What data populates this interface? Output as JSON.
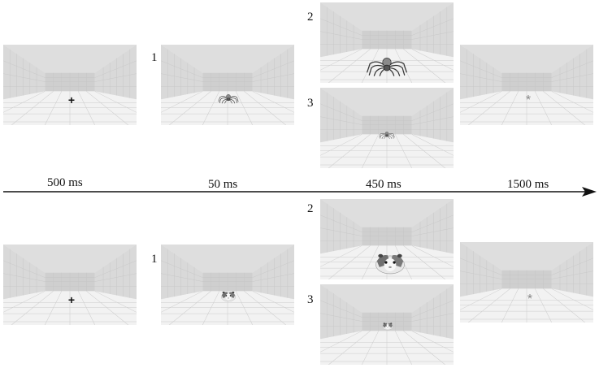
{
  "timeline": {
    "durations": [
      "500 ms",
      "50 ms",
      "450 ms",
      "1500 ms"
    ]
  },
  "trials": [
    {
      "name": "spider",
      "option_numbers": [
        "1",
        "2",
        "3"
      ],
      "fixation_symbol": "+",
      "mask_symbol": "*"
    },
    {
      "name": "guinea-pig",
      "option_numbers": [
        "1",
        "2",
        "3"
      ],
      "fixation_symbol": "+",
      "mask_symbol": "*"
    }
  ],
  "icons": {
    "room": "3d-room-grid",
    "spider": "spider-icon",
    "guinea_pig": "guinea-pig-icon",
    "arrow": "timeline-arrow"
  },
  "colors": {
    "floor": "#f2f2f2",
    "walls": "#d6d6d6",
    "back_wall": "#cfcfcf",
    "ceiling": "#e0e0e0",
    "text": "#111111"
  }
}
